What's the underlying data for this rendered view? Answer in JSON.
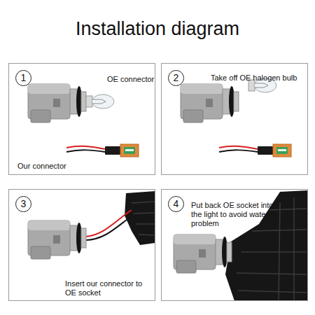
{
  "diagram": {
    "title": "Installation diagram",
    "nodes": [
      {
        "text": [
          "OE connector",
          "Our connector"
        ]
      },
      {
        "text": [
          "1"
        ],
        "in": 0
      },
      {
        "text": [
          "Take off OE halogen bulb"
        ]
      },
      {
        "text": [
          "2"
        ],
        "in": 2
      },
      {
        "text": [
          "Insert our connector to OE socket"
        ]
      },
      {
        "text": [
          "3"
        ],
        "in": 4
      },
      {
        "text": [
          "Put back OE socket into the light to avoid water-in problem"
        ]
      },
      {
        "text": [
          "4"
        ],
        "in": 6
      }
    ]
  }
}
